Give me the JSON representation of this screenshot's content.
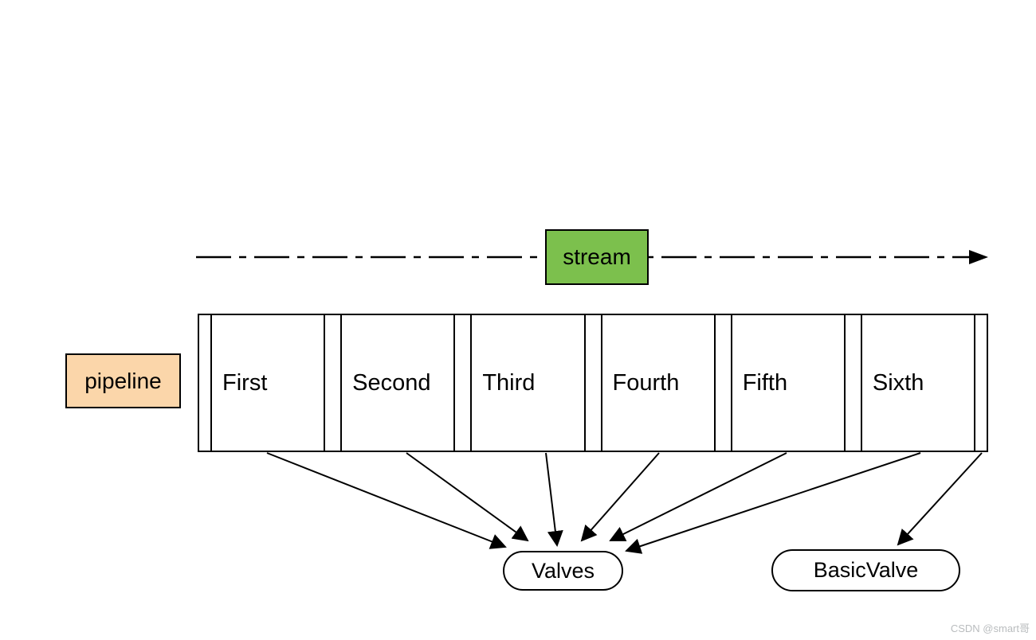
{
  "diagram": {
    "stream": {
      "label": "stream",
      "fill": "#7CC04D"
    },
    "pipeline": {
      "label": "pipeline",
      "fill": "#FBD6AA"
    },
    "sections": [
      "First",
      "Second",
      "Third",
      "Fourth",
      "Fifth",
      "Sixth"
    ],
    "valves_node": {
      "label": "Valves"
    },
    "basic_valve_node": {
      "label": "BasicValve"
    },
    "line_color": "#000000",
    "watermark": "CSDN @smart哥"
  }
}
